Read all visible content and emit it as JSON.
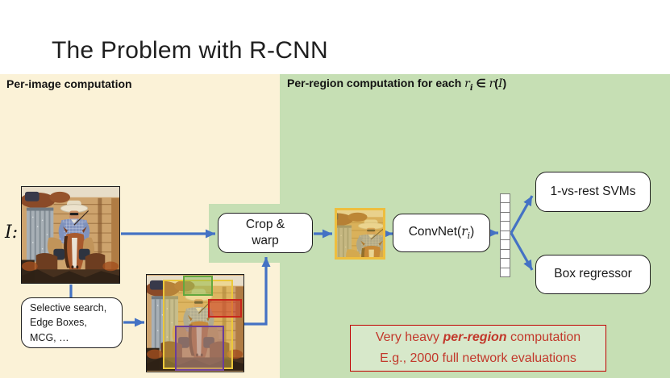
{
  "slide": {
    "title": "The Problem with R-CNN"
  },
  "panels": {
    "per_image_label": "Per-image computation",
    "per_region": {
      "text": "Per-region computation for each ",
      "r": "r",
      "i": "i",
      "elem": " ∈ ",
      "r2": "r",
      "open": "(",
      "I": "I",
      "close": ")"
    }
  },
  "input_image": {
    "label": "I:"
  },
  "proposal_methods": {
    "line1": "Selective search,",
    "line2": "Edge Boxes,",
    "line3": "MCG, …"
  },
  "crop_warp": {
    "line1": "Crop &",
    "line2": "warp"
  },
  "convnet": {
    "prefix": "ConvNet(",
    "r": "r",
    "i": "i",
    "suffix": ")"
  },
  "feature_vector": {
    "cells": 9
  },
  "outputs": {
    "svm": "1-vs-rest SVMs",
    "regressor": "Box regressor"
  },
  "warning": {
    "l1a": "Very heavy ",
    "l1b": "per-region",
    "l1c": " computation",
    "line2": "E.g., 2000 full network evaluations"
  },
  "colors": {
    "panel_cream": "#fbf2d7",
    "panel_green": "#c6dfb4",
    "arrow_blue": "#4472c4",
    "warning_red": "#c2382b",
    "warning_border": "#c00000",
    "crop_border_gold": "#eebe3e",
    "proposal_yellow": "#ecc83a",
    "proposal_green": "#63a83e",
    "proposal_red": "#c8251a",
    "proposal_purple": "#6a3d9a"
  }
}
